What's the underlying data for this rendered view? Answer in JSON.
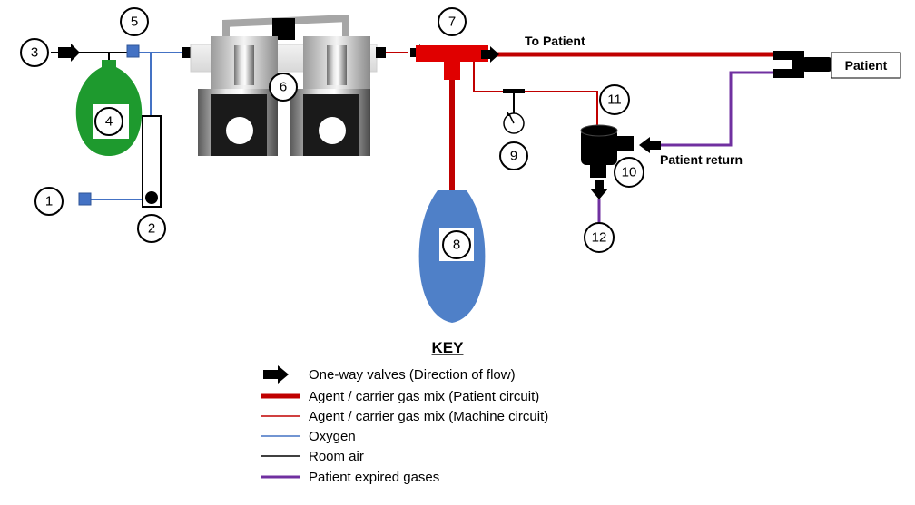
{
  "components": {
    "c1": "1",
    "c2": "2",
    "c3": "3",
    "c4": "4",
    "c5": "5",
    "c6": "6",
    "c7": "7",
    "c8": "8",
    "c9": "9",
    "c10": "10",
    "c11": "11",
    "c12": "12"
  },
  "labels": {
    "to_patient": "To Patient",
    "patient": "Patient",
    "patient_return": "Patient return"
  },
  "key": {
    "title": "KEY",
    "items": [
      {
        "label": "One-way valves (Direction of flow)",
        "symbol": "arrow",
        "color": "#000000"
      },
      {
        "label": "Agent / carrier gas mix (Patient circuit)",
        "symbol": "thick-line",
        "color": "#c00000"
      },
      {
        "label": "Agent / carrier gas mix (Machine circuit)",
        "symbol": "thin-line",
        "color": "#c00000"
      },
      {
        "label": "Oxygen",
        "symbol": "thin-line",
        "color": "#4472c4"
      },
      {
        "label": "Room air",
        "symbol": "thin-line",
        "color": "#000000"
      },
      {
        "label": "Patient expired gases",
        "symbol": "medium-line",
        "color": "#7030a0"
      }
    ]
  },
  "colors": {
    "oxygen": "#4472c4",
    "agent": "#c00000",
    "expired": "#7030a0",
    "room_air": "#000000",
    "oxygen_bag": "#1e9a2e",
    "reservoir_bag": "#4f80c8"
  }
}
